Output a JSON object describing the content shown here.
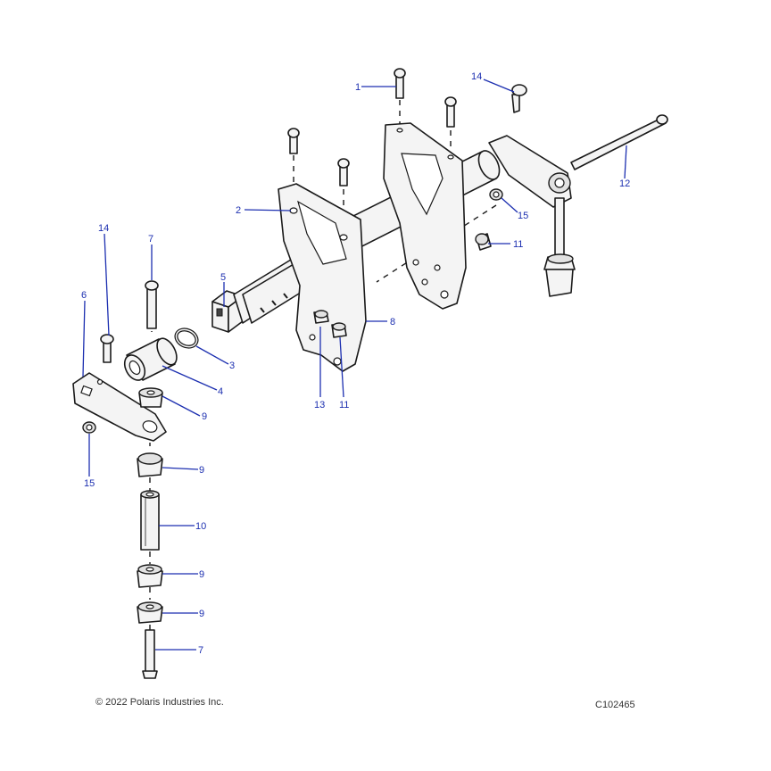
{
  "diagram": {
    "callouts": {
      "c1": "1",
      "c14a": "14",
      "c12": "12",
      "c2": "2",
      "c15a": "15",
      "c11a": "11",
      "c7a": "7",
      "c14b": "14",
      "c6": "6",
      "c5": "5",
      "c8": "8",
      "c3": "3",
      "c4": "4",
      "c13": "13",
      "c11b": "11",
      "c9a": "9",
      "c15b": "15",
      "c9b": "9",
      "c10": "10",
      "c9c": "9",
      "c9d": "9",
      "c7b": "7"
    }
  },
  "footer": {
    "copyright": "© 2022 Polaris Industries Inc.",
    "figure_id": "C102465"
  }
}
